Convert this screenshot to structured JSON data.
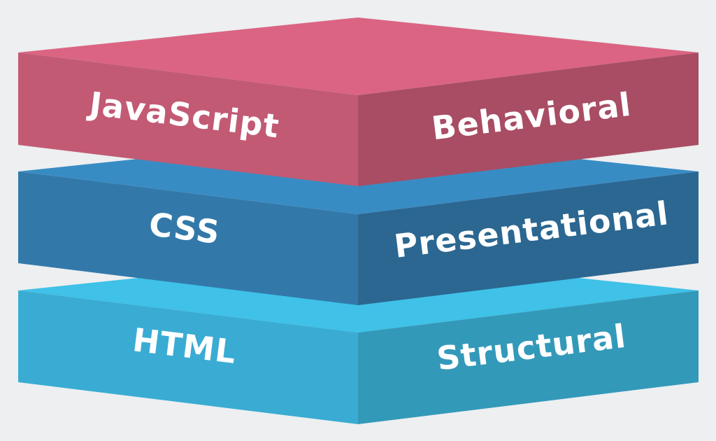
{
  "background": "#EDEFF1",
  "layers": [
    {
      "name": "javascript",
      "tech_label": "JavaScript",
      "role_label": "Behavioral",
      "colors": {
        "top": "#DB6483",
        "left": "#C25A74",
        "right": "#A84D64"
      }
    },
    {
      "name": "css",
      "tech_label": "CSS",
      "role_label": "Presentational",
      "colors": {
        "top": "#388CC4",
        "left": "#3279AA",
        "right": "#2B6791"
      }
    },
    {
      "name": "html",
      "tech_label": "HTML",
      "role_label": "Structural",
      "colors": {
        "top": "#3FC1E8",
        "left": "#3AACD3",
        "right": "#3399B9"
      }
    }
  ]
}
